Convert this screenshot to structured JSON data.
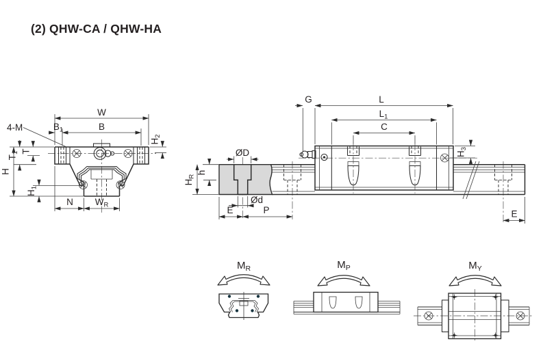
{
  "title": "(2) QHW-CA / QHW-HA",
  "colors": {
    "line": "#2b2b2b",
    "rail_section_fill": "#d9d9d9",
    "background": "#ffffff",
    "text": "#231f20"
  },
  "front_view": {
    "dims": {
      "w": {
        "t": "W",
        "s": ""
      },
      "b": {
        "t": "B",
        "s": ""
      },
      "b1": {
        "t": "B",
        "s": "1"
      },
      "four_m": "4-M",
      "h2": {
        "t": "H",
        "s": "2"
      },
      "t_dim": {
        "t": "T",
        "s": ""
      },
      "t1": {
        "t": "T",
        "s": "1"
      },
      "h": {
        "t": "H",
        "s": ""
      },
      "h1": {
        "t": "H",
        "s": "1"
      },
      "n": "N",
      "wr": {
        "t": "W",
        "s": "R"
      }
    }
  },
  "side_view": {
    "dims": {
      "g": "G",
      "l": "L",
      "l1": {
        "t": "L",
        "s": "1"
      },
      "c": "C",
      "h3": {
        "t": "H",
        "s": "3"
      },
      "od_big": "ØD",
      "od_small": "Ød",
      "h_small": "h",
      "hr": {
        "t": "H",
        "s": "R"
      },
      "e_left": "E",
      "p": "P",
      "e_right": "E"
    }
  },
  "moments": {
    "mr": {
      "t": "M",
      "s": "R"
    },
    "mp": {
      "t": "M",
      "s": "P"
    },
    "my": {
      "t": "M",
      "s": "Y"
    }
  }
}
